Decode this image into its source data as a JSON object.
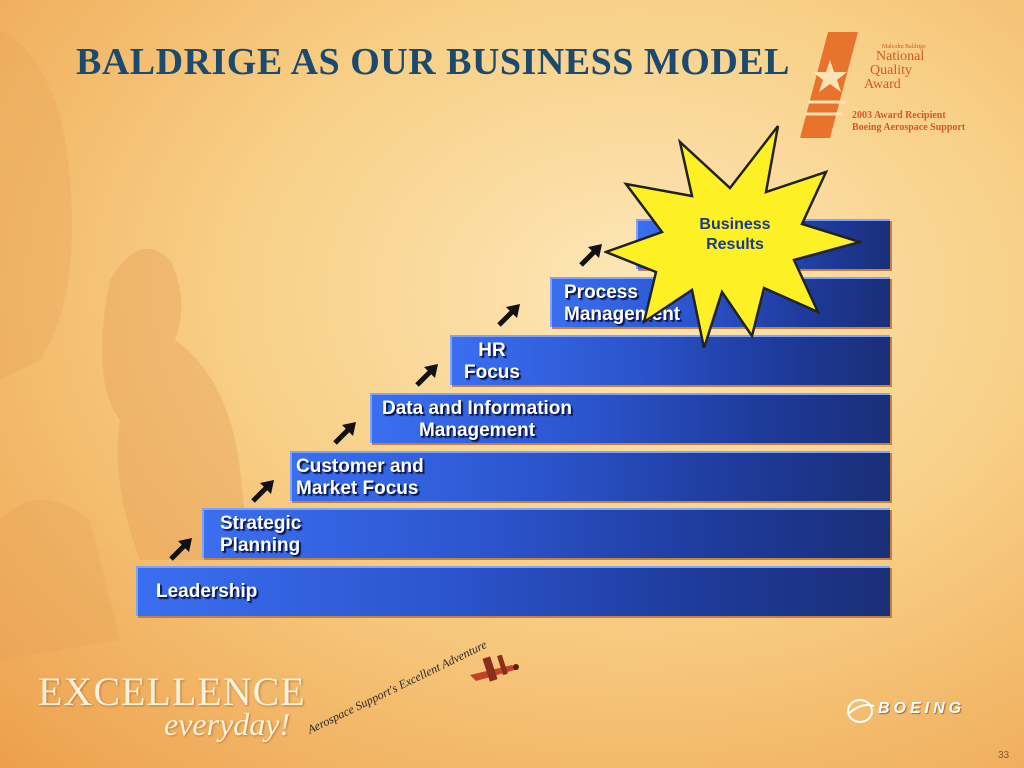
{
  "slide": {
    "title": "BALDRIGE AS OUR BUSINESS MODEL",
    "page_number": "33"
  },
  "award": {
    "small_line": "Malcolm Baldrige",
    "line1": "National",
    "line2": "Quality",
    "line3": "Award",
    "sub1": "2003 Award Recipient",
    "sub2": "Boeing Aerospace Support",
    "color": "#d4582a"
  },
  "steps": [
    {
      "label": "Leadership"
    },
    {
      "label": "Strategic\nPlanning"
    },
    {
      "label": "Customer and\nMarket Focus"
    },
    {
      "label": "Data and Information\nManagement"
    },
    {
      "label": "HR\nFocus"
    },
    {
      "label": "Process\nManagement"
    },
    {
      "label": ""
    }
  ],
  "burst": {
    "label": "Business\nResults",
    "fill": "#fdf024"
  },
  "footer": {
    "excellence": "EXCELLENCE",
    "everyday": "everyday!",
    "tagline": "Aerospace Support's Excellent Adventure",
    "brand": "BOEING"
  },
  "colors": {
    "step_blue": "#2c55cf",
    "title": "#1c4a6e"
  }
}
